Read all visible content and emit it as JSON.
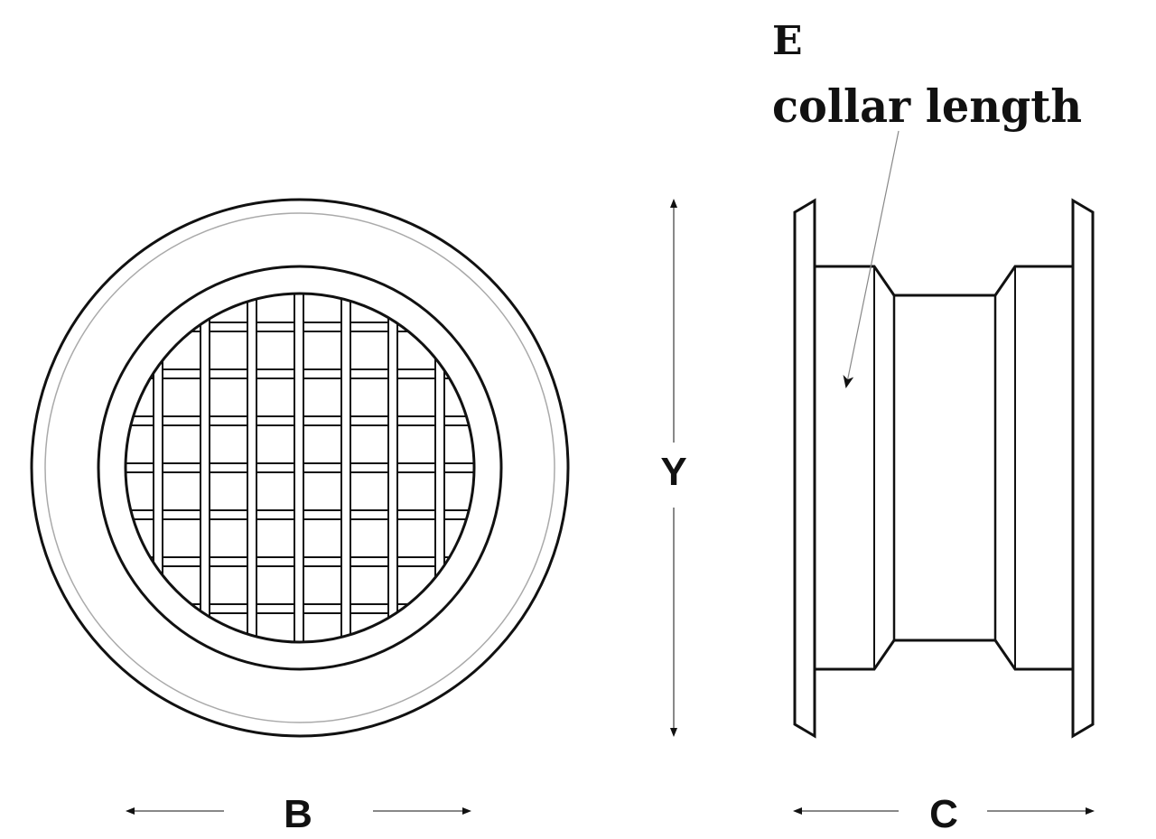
{
  "labels": {
    "e": "E",
    "collar_length": "collar length",
    "y": "Y",
    "b": "B",
    "c": "C"
  },
  "colors": {
    "line": "#111111",
    "leader": "#888888",
    "inner_rim": "#aaaaaa",
    "background": "#ffffff"
  }
}
